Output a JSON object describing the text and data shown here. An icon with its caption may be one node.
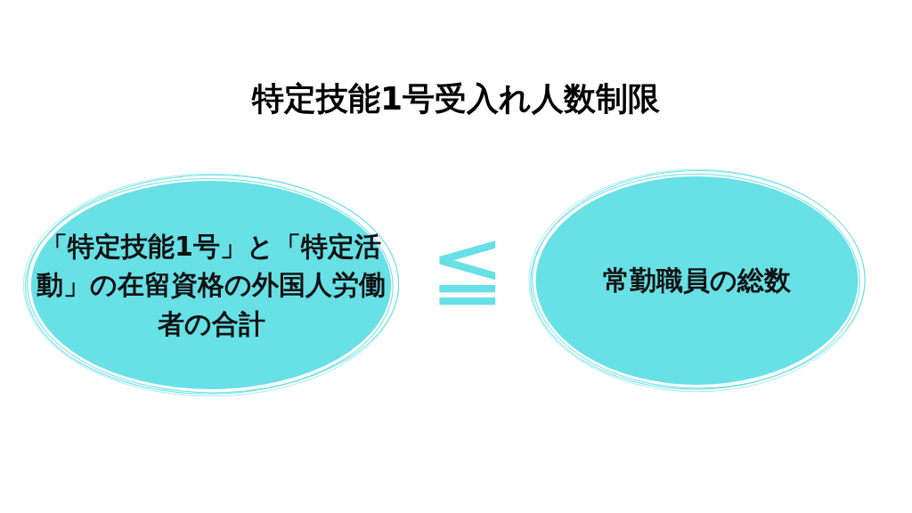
{
  "diagram": {
    "title": "特定技能1号受入れ人数制限",
    "nodes": [
      {
        "text": [
          "「特定技能1号」と「特定活動」の在留資格の外国人労働者の合計"
        ]
      },
      {
        "text": [
          "常勤職員の総数"
        ]
      }
    ],
    "edges": [],
    "labels": [
      "≦"
    ]
  }
}
